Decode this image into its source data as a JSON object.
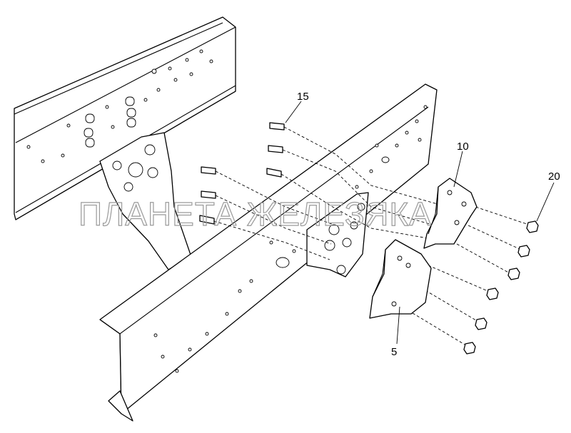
{
  "watermark": "ПЛАНЕТА ЖЕЛЕЗЯКА",
  "callouts": {
    "bolt": "15",
    "bracket_upper": "10",
    "nut": "20",
    "bracket_lower": "5"
  }
}
